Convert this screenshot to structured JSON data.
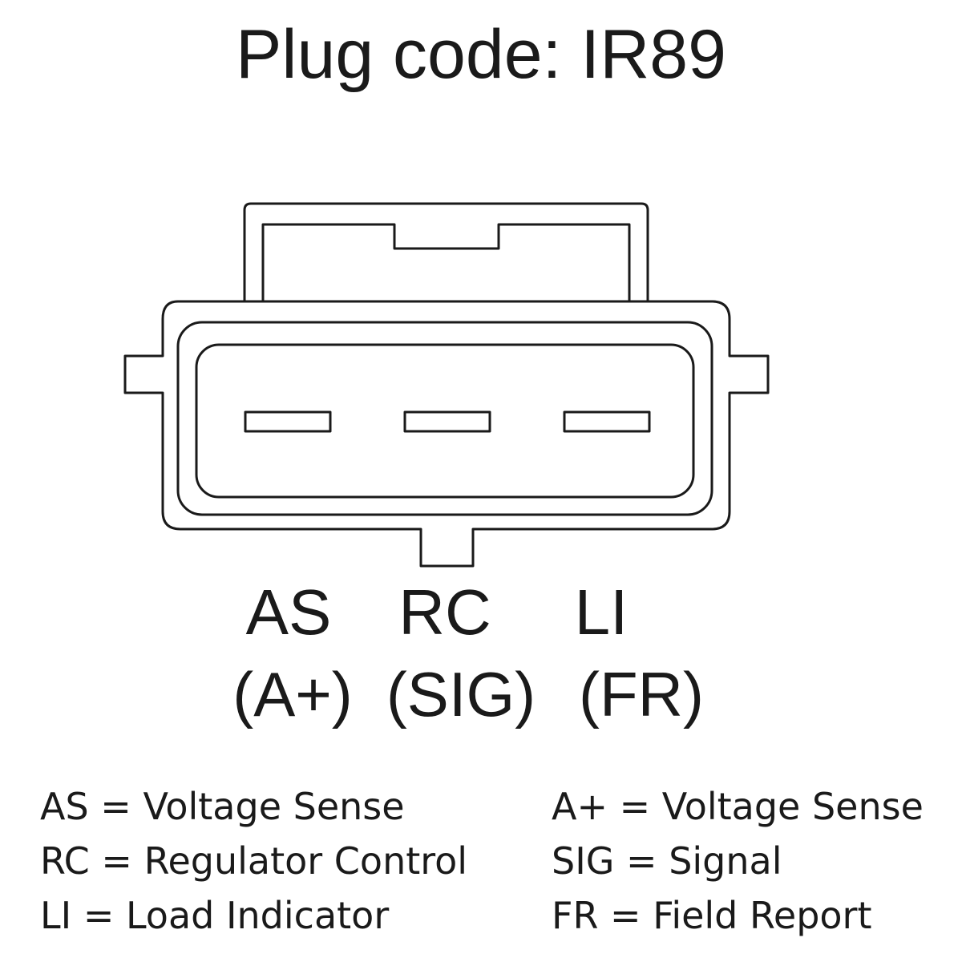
{
  "title": "Plug code: IR89",
  "pins": [
    {
      "code": "AS",
      "alt": "(A+)"
    },
    {
      "code": "RC",
      "alt": "(SIG)"
    },
    {
      "code": "LI",
      "alt": "(FR)"
    }
  ],
  "legend_left": [
    "AS = Voltage Sense",
    "RC = Regulator Control",
    "LI = Load Indicator"
  ],
  "legend_right": [
    "A+ = Voltage Sense",
    "SIG = Signal",
    "FR = Field Report"
  ],
  "colors": {
    "line": "#1a1a1a",
    "background": "#ffffff"
  }
}
